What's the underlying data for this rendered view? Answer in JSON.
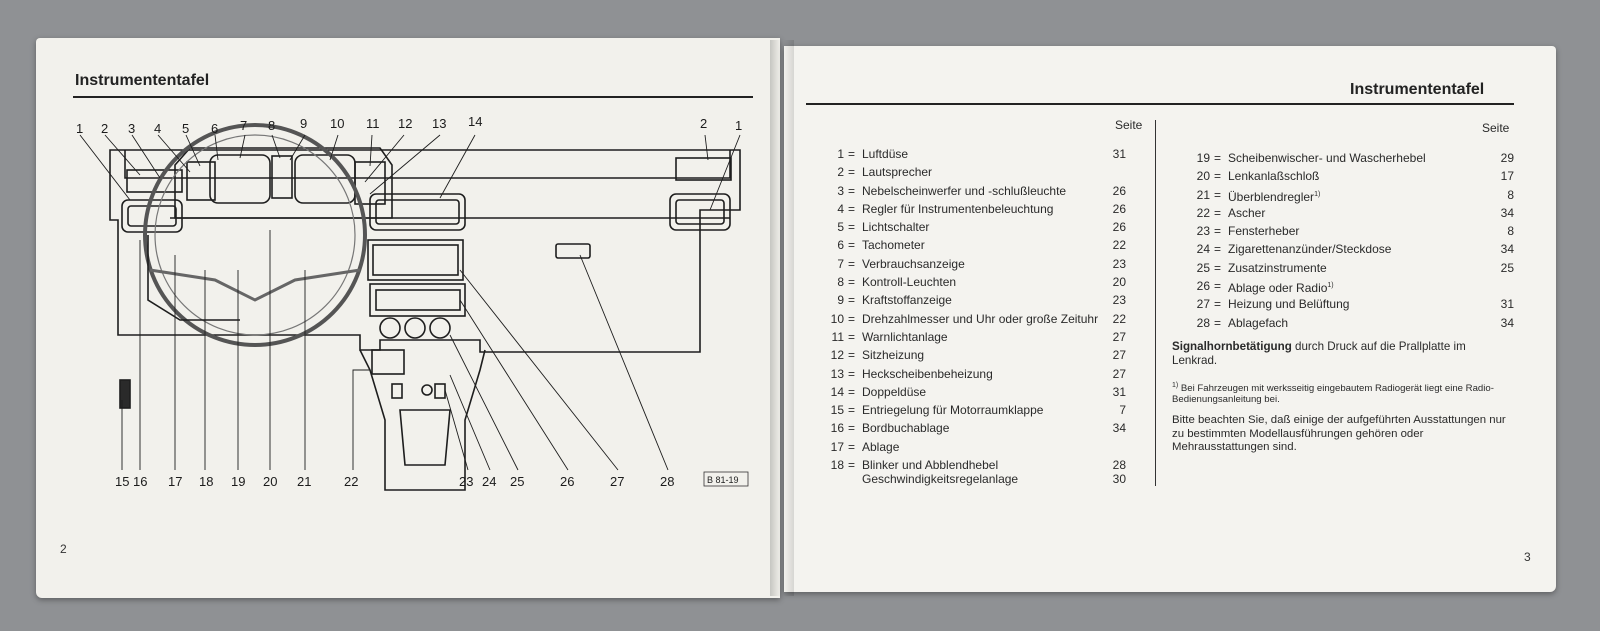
{
  "left_page": {
    "title": "Instrumententafel",
    "page_number": "2",
    "diagram_code": "B 81-19",
    "callouts_top": [
      "1",
      "2",
      "3",
      "4",
      "5",
      "6",
      "7",
      "8",
      "9",
      "10",
      "11",
      "12",
      "13",
      "14"
    ],
    "callouts_top_right": [
      "2",
      "1"
    ],
    "callouts_bottom": [
      "15",
      "16",
      "17",
      "18",
      "19",
      "20",
      "21",
      "22",
      "23",
      "24",
      "25",
      "26",
      "27",
      "28"
    ]
  },
  "right_page": {
    "title": "Instrumententafel",
    "page_number": "3",
    "seite_label": "Seite",
    "legend_left": [
      {
        "num": "1",
        "label": "Luftdüse",
        "page": "31"
      },
      {
        "num": "2",
        "label": "Lautsprecher",
        "page": ""
      },
      {
        "num": "3",
        "label": "Nebelscheinwerfer und -schlußleuchte",
        "page": "26"
      },
      {
        "num": "4",
        "label": "Regler für Instrumentenbeleuchtung",
        "page": "26"
      },
      {
        "num": "5",
        "label": "Lichtschalter",
        "page": "26"
      },
      {
        "num": "6",
        "label": "Tachometer",
        "page": "22"
      },
      {
        "num": "7",
        "label": "Verbrauchsanzeige",
        "page": "23"
      },
      {
        "num": "8",
        "label": "Kontroll-Leuchten",
        "page": "20"
      },
      {
        "num": "9",
        "label": "Kraftstoffanzeige",
        "page": "23"
      },
      {
        "num": "10",
        "label": "Drehzahlmesser und Uhr oder große Zeituhr",
        "page": "22"
      },
      {
        "num": "11",
        "label": "Warnlichtanlage",
        "page": "27"
      },
      {
        "num": "12",
        "label": "Sitzheizung",
        "page": "27"
      },
      {
        "num": "13",
        "label": "Heckscheibenbeheizung",
        "page": "27"
      },
      {
        "num": "14",
        "label": "Doppeldüse",
        "page": "31"
      },
      {
        "num": "15",
        "label": "Entriegelung für Motorraumklappe",
        "page": "7"
      },
      {
        "num": "16",
        "label": "Bordbuchablage",
        "page": "34"
      },
      {
        "num": "17",
        "label": "Ablage",
        "page": ""
      }
    ],
    "legend_item_18": {
      "num": "18",
      "label": "Blinker und Abblendhebel",
      "page": "28",
      "label2": "Geschwindigkeitsregelanlage",
      "page2": "30"
    },
    "legend_right": [
      {
        "num": "19",
        "label": "Scheibenwischer- und Wascherhebel",
        "page": "29"
      },
      {
        "num": "20",
        "label": "Lenkanlaßschloß",
        "page": "17"
      },
      {
        "num": "21",
        "label": "Überblendregler",
        "page": "8",
        "fn": "1)"
      },
      {
        "num": "22",
        "label": "Ascher",
        "page": "34"
      },
      {
        "num": "23",
        "label": "Fensterheber",
        "page": "8"
      },
      {
        "num": "24",
        "label": "Zigarettenanzünder/Steckdose",
        "page": "34"
      },
      {
        "num": "25",
        "label": "Zusatzinstrumente",
        "page": "25"
      },
      {
        "num": "26",
        "label": "Ablage oder Radio",
        "page": "",
        "fn": "1)"
      },
      {
        "num": "27",
        "label": "Heizung und Belüftung",
        "page": "31"
      },
      {
        "num": "28",
        "label": "Ablagefach",
        "page": "34"
      }
    ],
    "signal_bold": "Signalhornbetätigung",
    "signal_rest": " durch Druck auf die Prallplatte im Lenkrad.",
    "footnote_marker": "1)",
    "footnote_text": " Bei Fahrzeugen mit werksseitig eingebautem Radiogerät liegt eine Radio-Bedienungsanleitung bei.",
    "closing_text": "Bitte beachten Sie, daß einige der aufgeführten Ausstattungen nur zu bestimmten Modellausführungen gehören oder Mehrausstattungen sind."
  }
}
